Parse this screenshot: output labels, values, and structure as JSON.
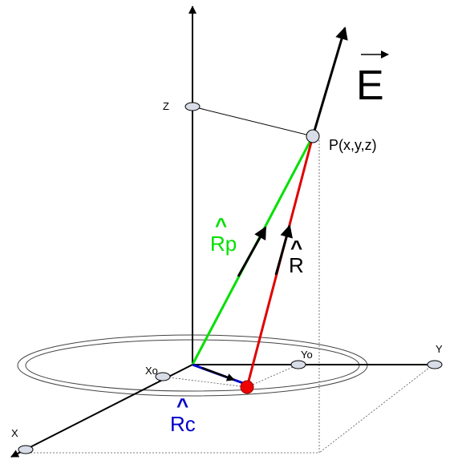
{
  "labels": {
    "z_axis": "Z",
    "x_axis": "X",
    "y_axis": "Y",
    "x0": "Xo",
    "y0": "Yo",
    "point": "P(x,y,z)",
    "e_vector": "E",
    "rp_letter": "Rp",
    "r_letter": "R",
    "rc_letter": "Rc",
    "hat": "^"
  },
  "colors": {
    "axis": "#000000",
    "rp": "#00e000",
    "r": "#e00000",
    "rc": "#0000cc",
    "source_point": "#ee0000",
    "marker_fill": "#d8dde8",
    "guide": "#555555"
  }
}
